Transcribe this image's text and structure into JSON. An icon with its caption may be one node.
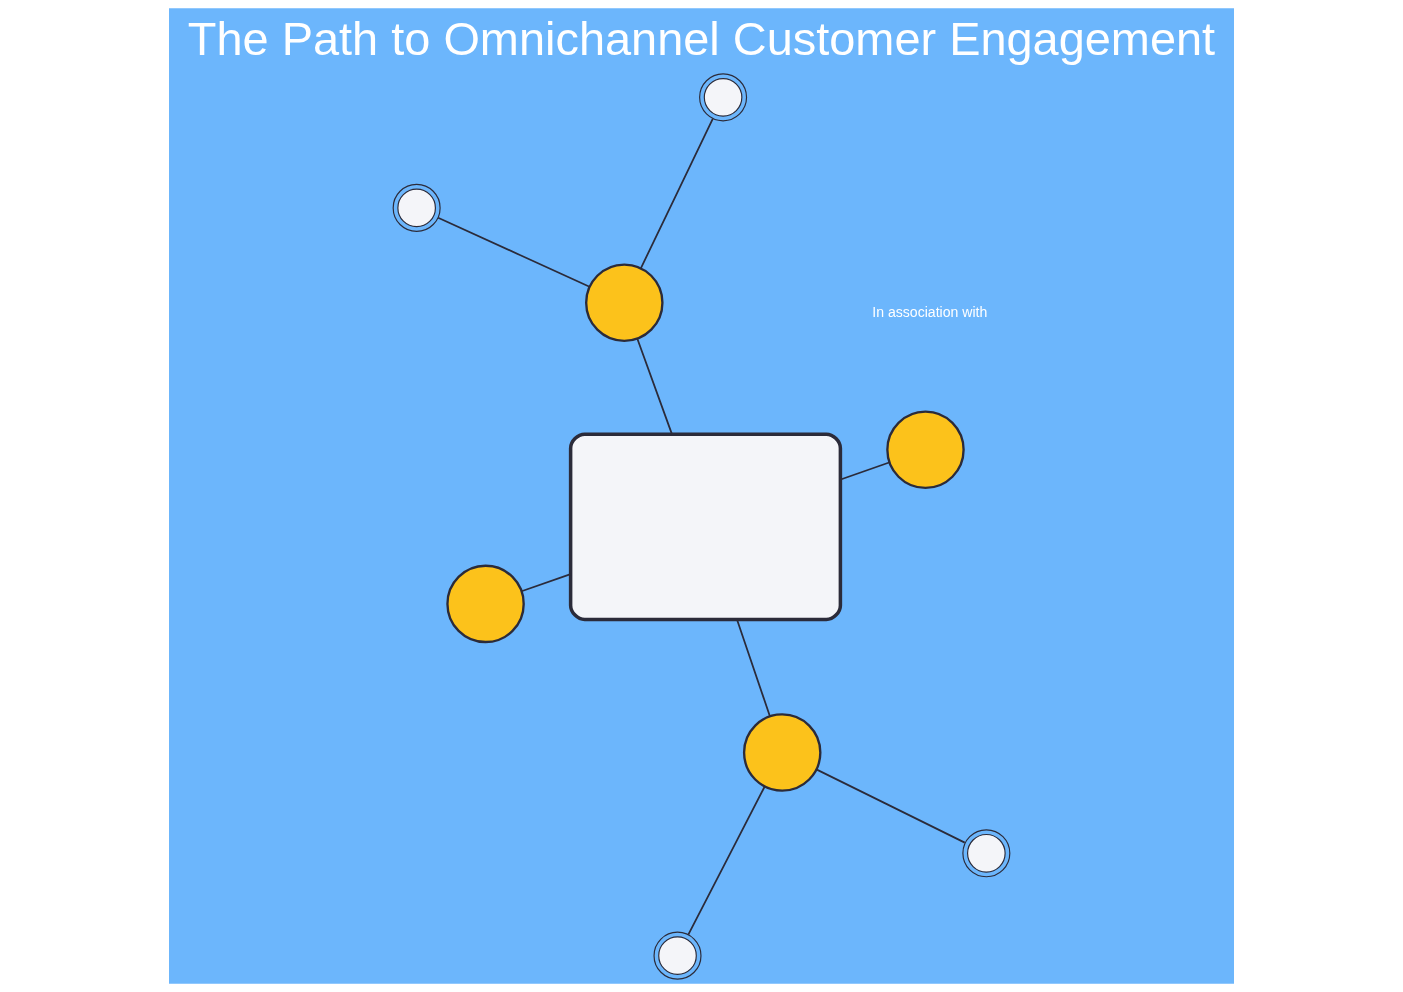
{
  "diagram": {
    "title": "The Path to Omnichannel Customer Engagement",
    "nodes": [
      {
        "text": [],
        "shape": "circle"
      },
      {
        "text": [],
        "shape": "person"
      },
      {
        "text": [],
        "shape": "circle"
      },
      {
        "text": [],
        "shape": "person"
      },
      {
        "text": [],
        "shape": "box"
      },
      {
        "text": [],
        "shape": "person"
      },
      {
        "text": [],
        "shape": "circle"
      },
      {
        "text": [],
        "shape": "circle"
      },
      {
        "text": [],
        "shape": "person"
      }
    ],
    "edges": [
      {
        "from": 0,
        "to": 1,
        "arrow": "none"
      },
      {
        "from": 1,
        "to": 2,
        "arrow": "none"
      },
      {
        "from": 1,
        "to": 4,
        "arrow": "none"
      },
      {
        "from": 3,
        "to": 4,
        "arrow": "none"
      },
      {
        "from": 5,
        "to": 4,
        "arrow": "none"
      },
      {
        "from": 5,
        "to": 6,
        "arrow": "none"
      },
      {
        "from": 5,
        "to": 7,
        "arrow": "none"
      },
      {
        "from": 4,
        "to": 8,
        "arrow": "none"
      }
    ],
    "labels": [
      "In association with"
    ]
  }
}
